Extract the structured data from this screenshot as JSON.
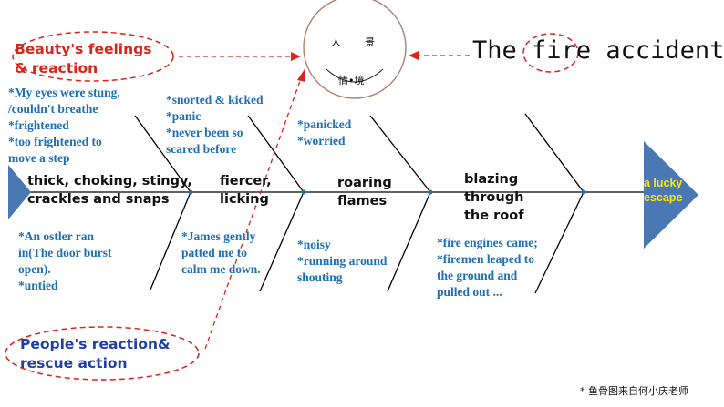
{
  "title": {
    "prefix": "The",
    "highlight": "fire",
    "suffix": "accident"
  },
  "face": {
    "left_char": "人",
    "right_char": "景",
    "mouth": "情•境"
  },
  "ovals": {
    "beauty": "Beauty's feelings\n& reaction",
    "people": "People's reaction&\nrescue action"
  },
  "stages": [
    "thick, choking, stingy,\ncrackles and snaps",
    "fiercer,\nlicking",
    "roaring\nflames",
    "blazing\nthrough\nthe roof"
  ],
  "head_label": "a lucky\nescape",
  "top_notes": [
    "*My eyes were stung.\n/couldn't breathe\n*frightened\n*too frightened to\nmove a step",
    "*snorted & kicked\n*panic\n*never been so\nscared before",
    "*panicked\n*worried"
  ],
  "bottom_notes": [
    "*An ostler ran\nin(The door burst\nopen).\n*untied",
    "*James gently\npatted me to\ncalm me down.",
    "*noisy\n*running around\nshouting",
    "*fire engines came;\n*firemen leaped to\nthe ground and\npulled out ..."
  ],
  "credit": "* 鱼骨图来自何小庆老师",
  "colors": {
    "fish": "#4a78b4",
    "note_text": "#1f6fb5",
    "oval_border": "#d9261c",
    "beauty_text": "#d9261c",
    "people_text": "#1f3fa8",
    "head_text": "#ffe600"
  }
}
